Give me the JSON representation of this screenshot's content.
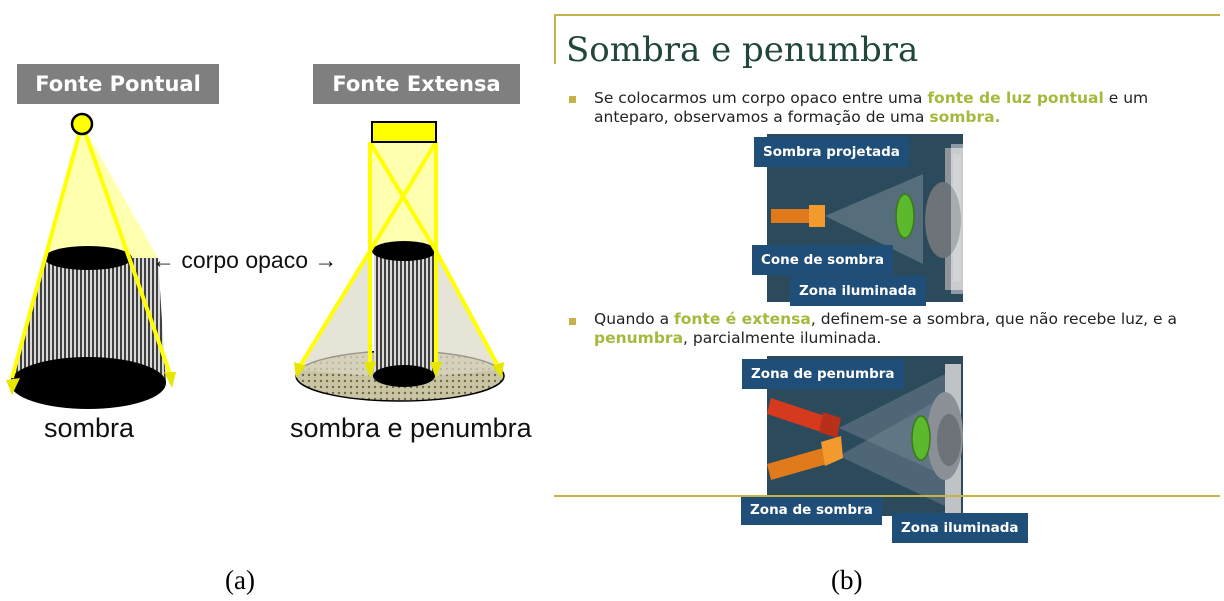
{
  "panel_a": {
    "point_source_label": "Fonte Pontual",
    "extended_source_label": "Fonte Extensa",
    "opaque_body_label": "← corpo opaco →",
    "shadow_label": "sombra",
    "shadow_penumbra_label": "sombra e penumbra",
    "caption": "(a)"
  },
  "panel_b": {
    "title": "Sombra e penumbra",
    "bullet1": {
      "t1": "Se colocarmos um corpo opaco entre uma ",
      "h1": "fonte de luz pontual",
      "t2": " e um anteparo, observamos a formação de uma ",
      "h2": "sombra."
    },
    "bullet2": {
      "t1": "Quando a ",
      "h1": "fonte é extensa",
      "t2": ", definem-se a sombra, que não recebe luz, e a ",
      "h2": "penumbra",
      "t3": ", parcialmente iluminada."
    },
    "callouts_top": {
      "projected_shadow": "Sombra projetada",
      "shadow_cone": "Cone de sombra",
      "lit_zone": "Zona iluminada"
    },
    "callouts_bottom": {
      "penumbra_zone": "Zona de penumbra",
      "shadow_zone": "Zona de sombra",
      "lit_zone": "Zona iluminada"
    },
    "caption": "(b)"
  },
  "colors": {
    "light": "#ffff00",
    "light_fill": "#ffffb0",
    "label_bg": "#7f7f7f",
    "title": "#20473a",
    "accent": "#c7b24a",
    "highlight": "#a5b93c",
    "callout_bg": "#1f4e79"
  }
}
